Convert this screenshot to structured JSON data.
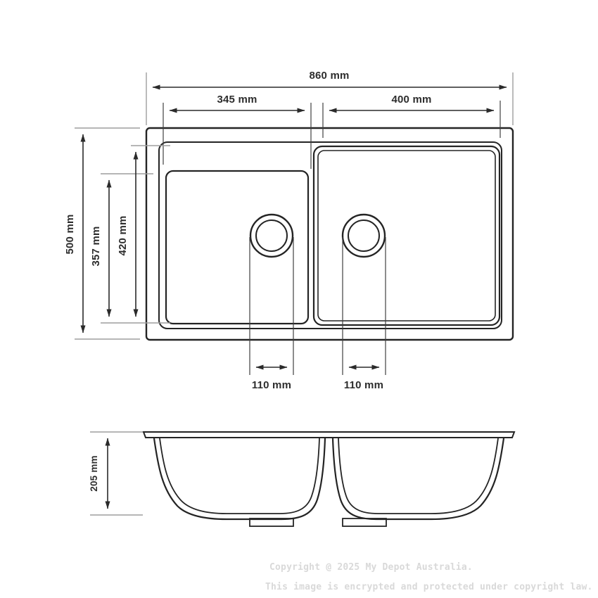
{
  "drawing": {
    "subject": "double-bowl-sink-technical-drawing",
    "views": {
      "top_view": "plan",
      "front_view": "section"
    }
  },
  "dimensions": {
    "overall_width": "860 mm",
    "left_bowl_width": "345 mm",
    "right_bowl_width": "400 mm",
    "overall_depth": "500 mm",
    "left_bowl_depth": "357 mm",
    "right_bowl_depth": "420 mm",
    "left_drain_offset": "110 mm",
    "right_drain_offset": "110 mm",
    "bowl_height": "205 mm"
  },
  "watermark": {
    "line1": "Copyright @ 2025 My Depot Australia.",
    "line2": "This image is encrypted and protected under copyright law."
  },
  "colors": {
    "line": "#242424",
    "dimension": "#2a2a2a",
    "extension_gray": "#9e9e9e",
    "watermark": "#d9d9d9",
    "background": "#ffffff"
  }
}
